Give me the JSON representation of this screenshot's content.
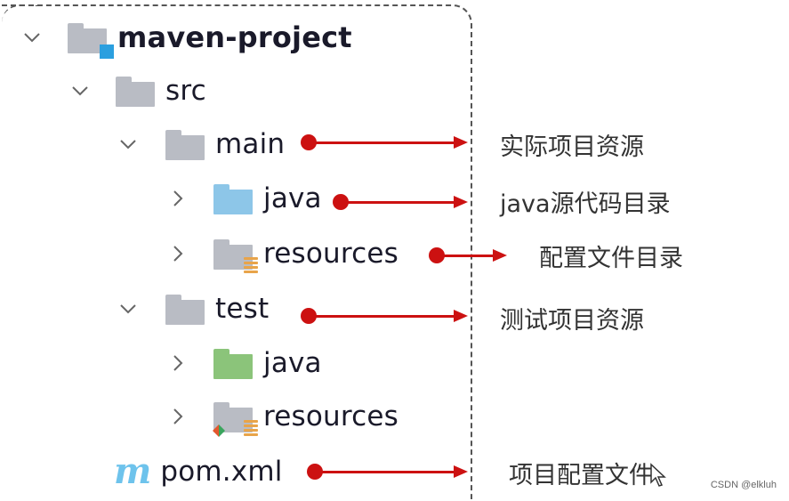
{
  "tree": {
    "root": {
      "label": "maven-project",
      "expanded": true,
      "icon": "module-folder-icon"
    },
    "src": {
      "label": "src",
      "expanded": true
    },
    "main": {
      "label": "main",
      "expanded": true
    },
    "main_java": {
      "label": "java",
      "expanded": false,
      "icon_color": "#8dc6e8"
    },
    "main_resources": {
      "label": "resources",
      "expanded": false
    },
    "test": {
      "label": "test",
      "expanded": true
    },
    "test_java": {
      "label": "java",
      "expanded": false,
      "icon_color": "#8bc47a"
    },
    "test_resources": {
      "label": "resources",
      "expanded": false
    },
    "pom": {
      "label": "pom.xml",
      "icon_glyph": "m"
    }
  },
  "annotations": {
    "main": "实际项目资源",
    "main_java": "java源代码目录",
    "main_resources": "配置文件目录",
    "test": "测试项目资源",
    "pom": "项目配置文件"
  },
  "colors": {
    "arrow": "#cc1111",
    "folder_gray": "#b9bcc4",
    "java_main": "#8dc6e8",
    "java_test": "#8bc47a"
  },
  "watermark": "CSDN @elkluh"
}
